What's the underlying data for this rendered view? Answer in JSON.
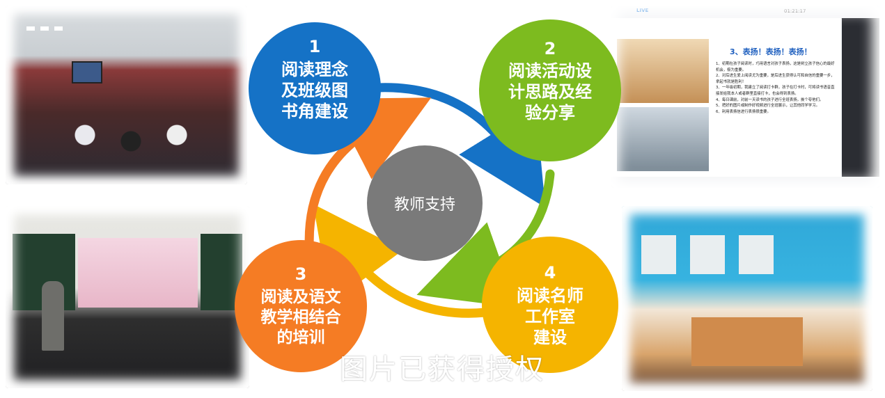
{
  "center": {
    "label": "教师支持",
    "color": "#7a7a7a"
  },
  "nodes": [
    {
      "number": "1",
      "lines": [
        "阅读理念",
        "及班级图",
        "书角建设"
      ],
      "color": "#1572c6"
    },
    {
      "number": "2",
      "lines": [
        "阅读活动设",
        "计思路及经",
        "验分享"
      ],
      "color": "#7dbb1f"
    },
    {
      "number": "3",
      "lines": [
        "阅读及语文",
        "教学相结合",
        "的培训"
      ],
      "color": "#f57c24"
    },
    {
      "number": "4",
      "lines": [
        "阅读名师",
        "工作室",
        "建设"
      ],
      "color": "#f5b400"
    }
  ],
  "screen": {
    "heading": "3、表扬！表扬！表扬！",
    "live_badge": "LIVE",
    "time": "01:21:17",
    "items": [
      "1、初期在孩子阅读时，巧用语言对孩子表扬，这是树立孩子信心的最好机会，极为重要。",
      "2、对后进生爱上阅读尤为重要，是后进生获得认可和自信的重要一步，拿起书就是胜利！",
      "3、一年级初期，我建立了阅读打卡群，孩子在打卡时，可将读书语音直接发给我本人或者群里直接打卡，也会得到表扬。",
      "4、每日课前，对前一天读书的孩子进行全班表扬，挨个夸他们。",
      "5、把好的图片或制作好视频进行全班展示，让其他同学学习。",
      "6、利用表扬信进行表扬很重要。"
    ]
  },
  "watermark": "图片已获得授权"
}
